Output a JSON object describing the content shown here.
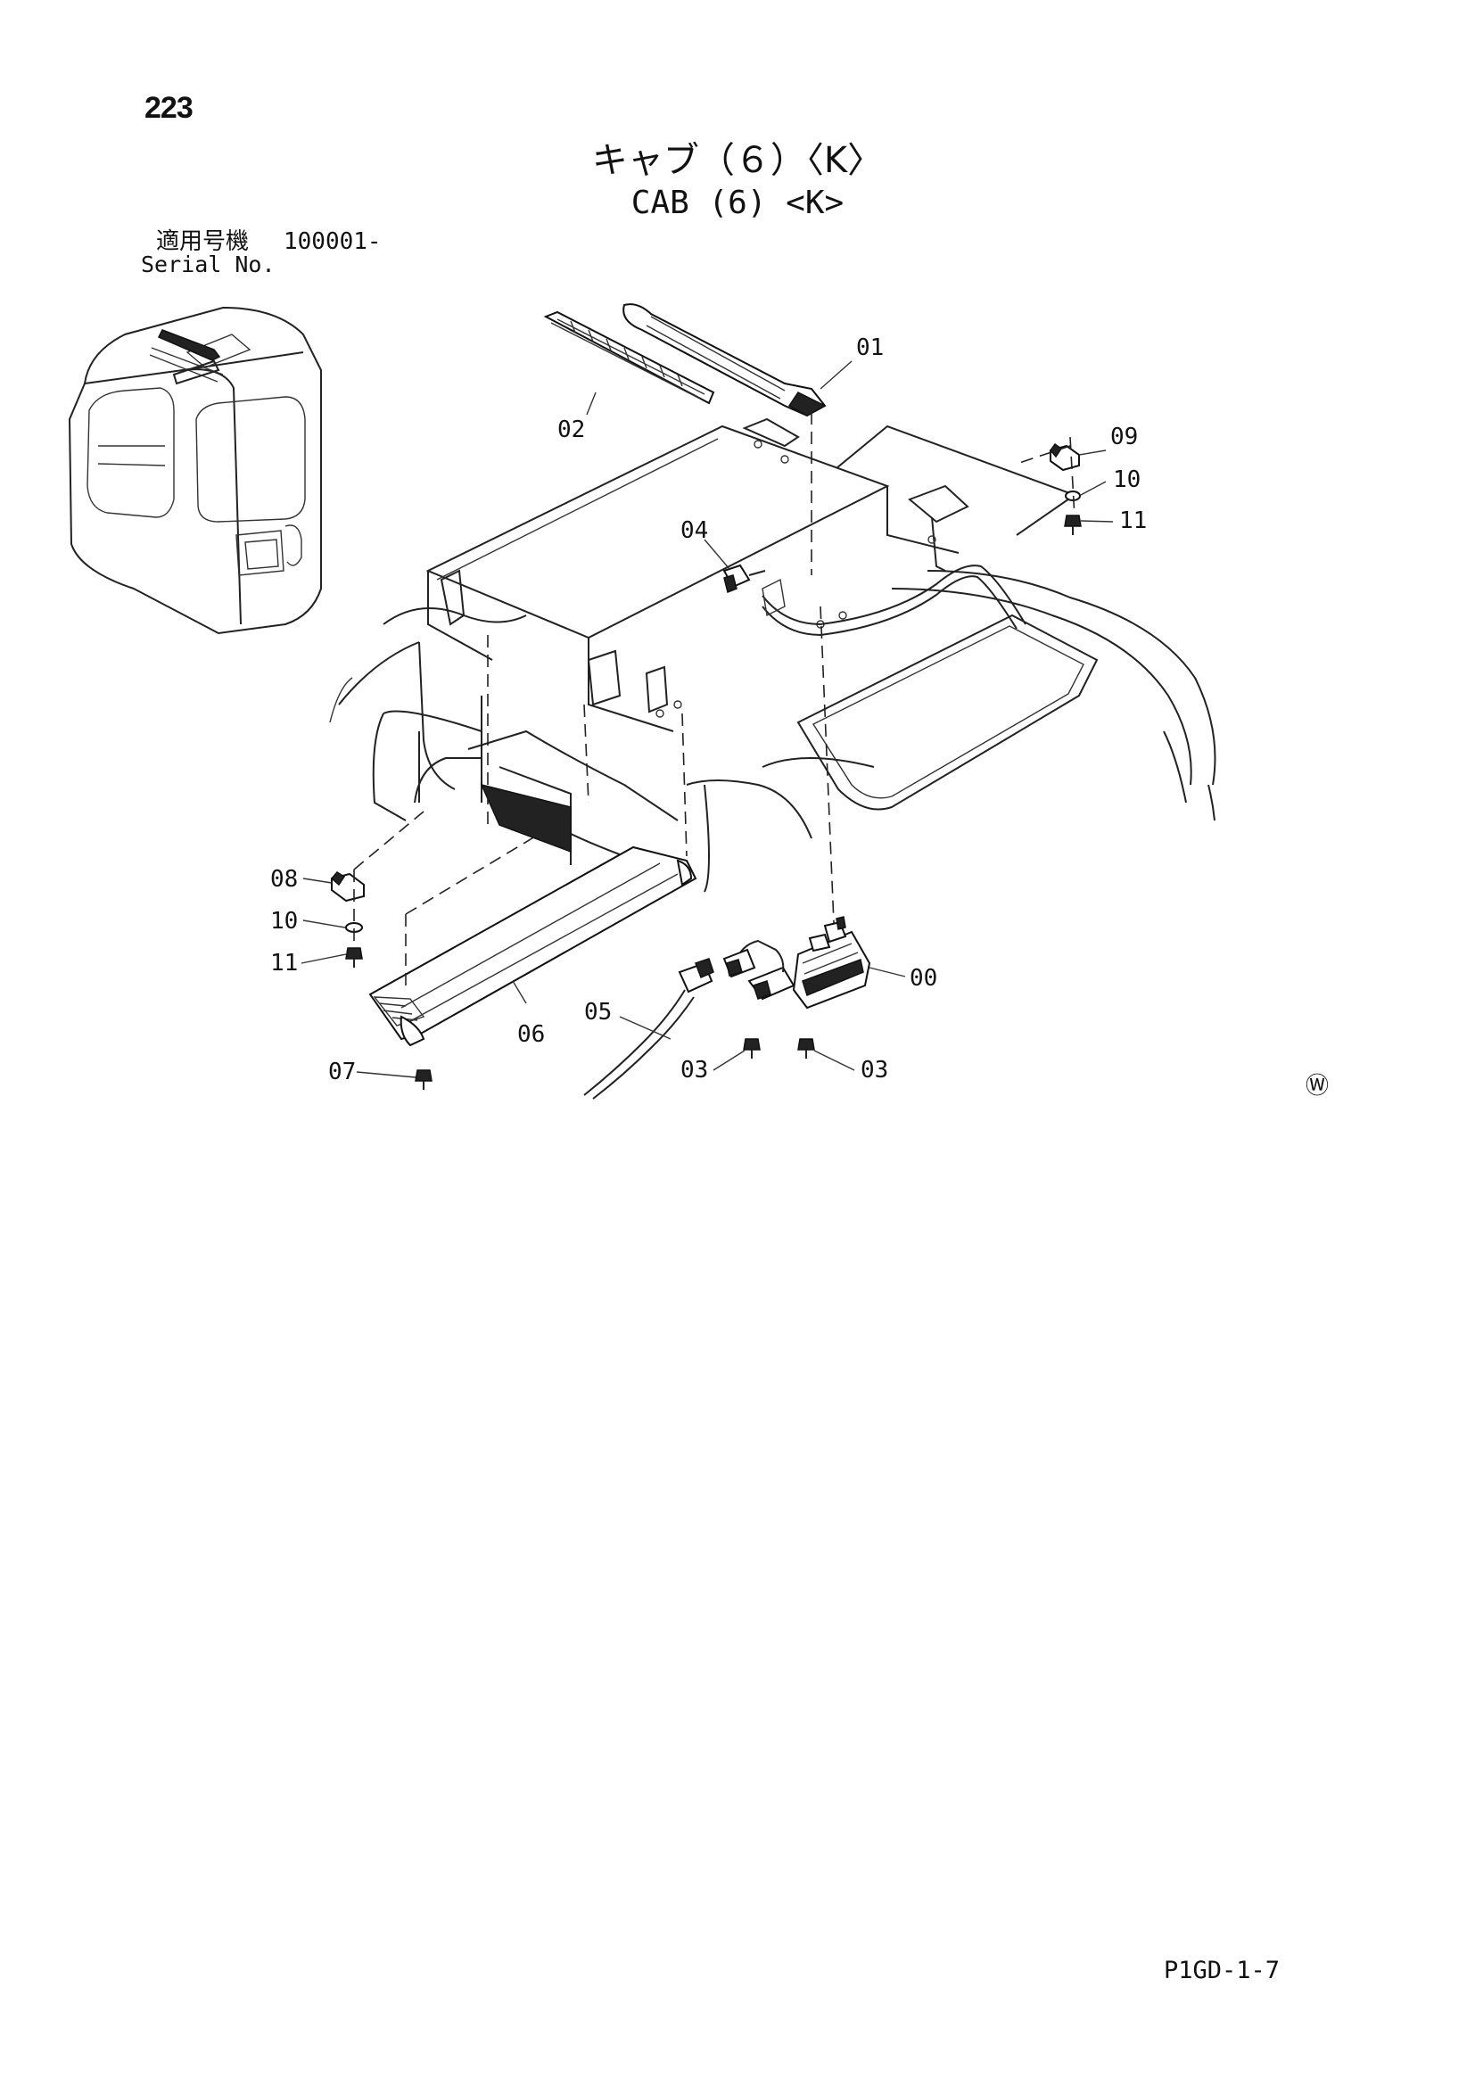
{
  "page_number": "223",
  "title_jp": "キャブ（６）〈K〉",
  "title_en": "CAB (6) <K>",
  "serial": {
    "label_jp": "適用号機",
    "number": "100001-",
    "label_en": "Serial No."
  },
  "callouts": [
    "01",
    "02",
    "09",
    "10",
    "11",
    "04",
    "08",
    "10",
    "11",
    "00",
    "05",
    "06",
    "03",
    "03",
    "07"
  ],
  "watermark_symbol": "Ⓦ",
  "doc_code": "P1GD-1-7"
}
